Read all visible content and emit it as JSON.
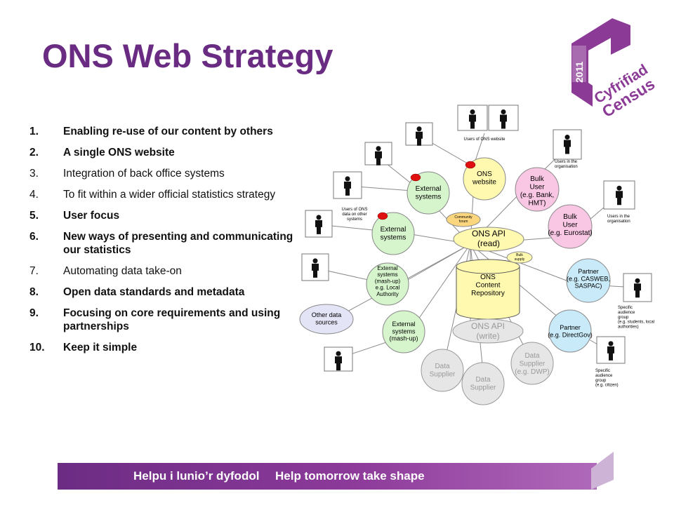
{
  "title": "ONS Web Strategy",
  "logo": {
    "year": "2011",
    "line1": "Cyfrifiad",
    "line2": "Census",
    "color": "#8b3a96"
  },
  "list": [
    {
      "num": "1.",
      "text": "Enabling re-use of our content by others",
      "bold": true
    },
    {
      "num": "2.",
      "text": "A single ONS website",
      "bold": true
    },
    {
      "num": "3.",
      "text": "Integration of back office systems",
      "bold": false
    },
    {
      "num": "4.",
      "text": "To fit within a wider official statistics strategy",
      "bold": false
    },
    {
      "num": "5.",
      "text": "User focus",
      "bold": true
    },
    {
      "num": "6.",
      "text": "New ways of presenting and communicating our statistics",
      "bold": true
    },
    {
      "num": "7.",
      "text": "Automating data take-on",
      "bold": false
    },
    {
      "num": "8.",
      "text": "Open data standards and metadata",
      "bold": true
    },
    {
      "num": "9.",
      "text": "Focusing on core requirements and using partnerships",
      "bold": true
    },
    {
      "num": "10.",
      "text": "Keep it simple",
      "bold": true
    }
  ],
  "diagram": {
    "ons_website": "ONS\nwebsite",
    "external_systems_1": "External\nsystems",
    "external_systems_2": "External\nsystems",
    "external_systems_mashup_1": "External\nsystems\n(mash-up)\ne.g. Local\nAuthority",
    "external_systems_mashup_2": "External\nsystems\n(mash-up)",
    "other_data_sources": "Other data\nsources",
    "community_forum": "Community\nforum",
    "api_read": "ONS API\n(read)",
    "api_write": "ONS API\n(write)",
    "repository": "ONS\nContent\nRepository",
    "bulk_supply": "Bulk\nsupply",
    "bulk_user_1": "Bulk\nUser\n(e.g. Bank,\nHMT)",
    "bulk_user_2": "Bulk\nUser\n(e.g. Eurostat)",
    "partner_1": "Partner\n(e.g. CASWEB,\nSASPAC)",
    "partner_2": "Partner\n(e.g. DirectGov)",
    "data_supplier_1": "Data\nSupplier",
    "data_supplier_2": "Data\nSupplier",
    "data_supplier_3": "Data\nSupplier\n(e.g. DWP)",
    "users_ons_website": "Users of ONS website",
    "users_in_org_1": "Users in the\norganisation",
    "users_in_org_2": "Users in the\norganisation",
    "users_other_systems": "Users of ONS\ndata on other\nsystems",
    "specific_group_1": "Specific\naudience\ngroup\n(e.g. students, local\nauthorities)",
    "specific_group_2": "Specific\naudience\ngroup\n(e.g. citizen)",
    "colors": {
      "yellow": "#fff9b0",
      "pink": "#f9c6e4",
      "green": "#d6f5cc",
      "blue": "#c9eaf8",
      "grey": "#e6e6e6",
      "lilac": "#e4e4f7",
      "orange": "#fbd67e",
      "red": "#e01010"
    }
  },
  "footer": {
    "welsh": "Helpu i lunio’r dyfodol",
    "english": "Help tomorrow take shape"
  }
}
